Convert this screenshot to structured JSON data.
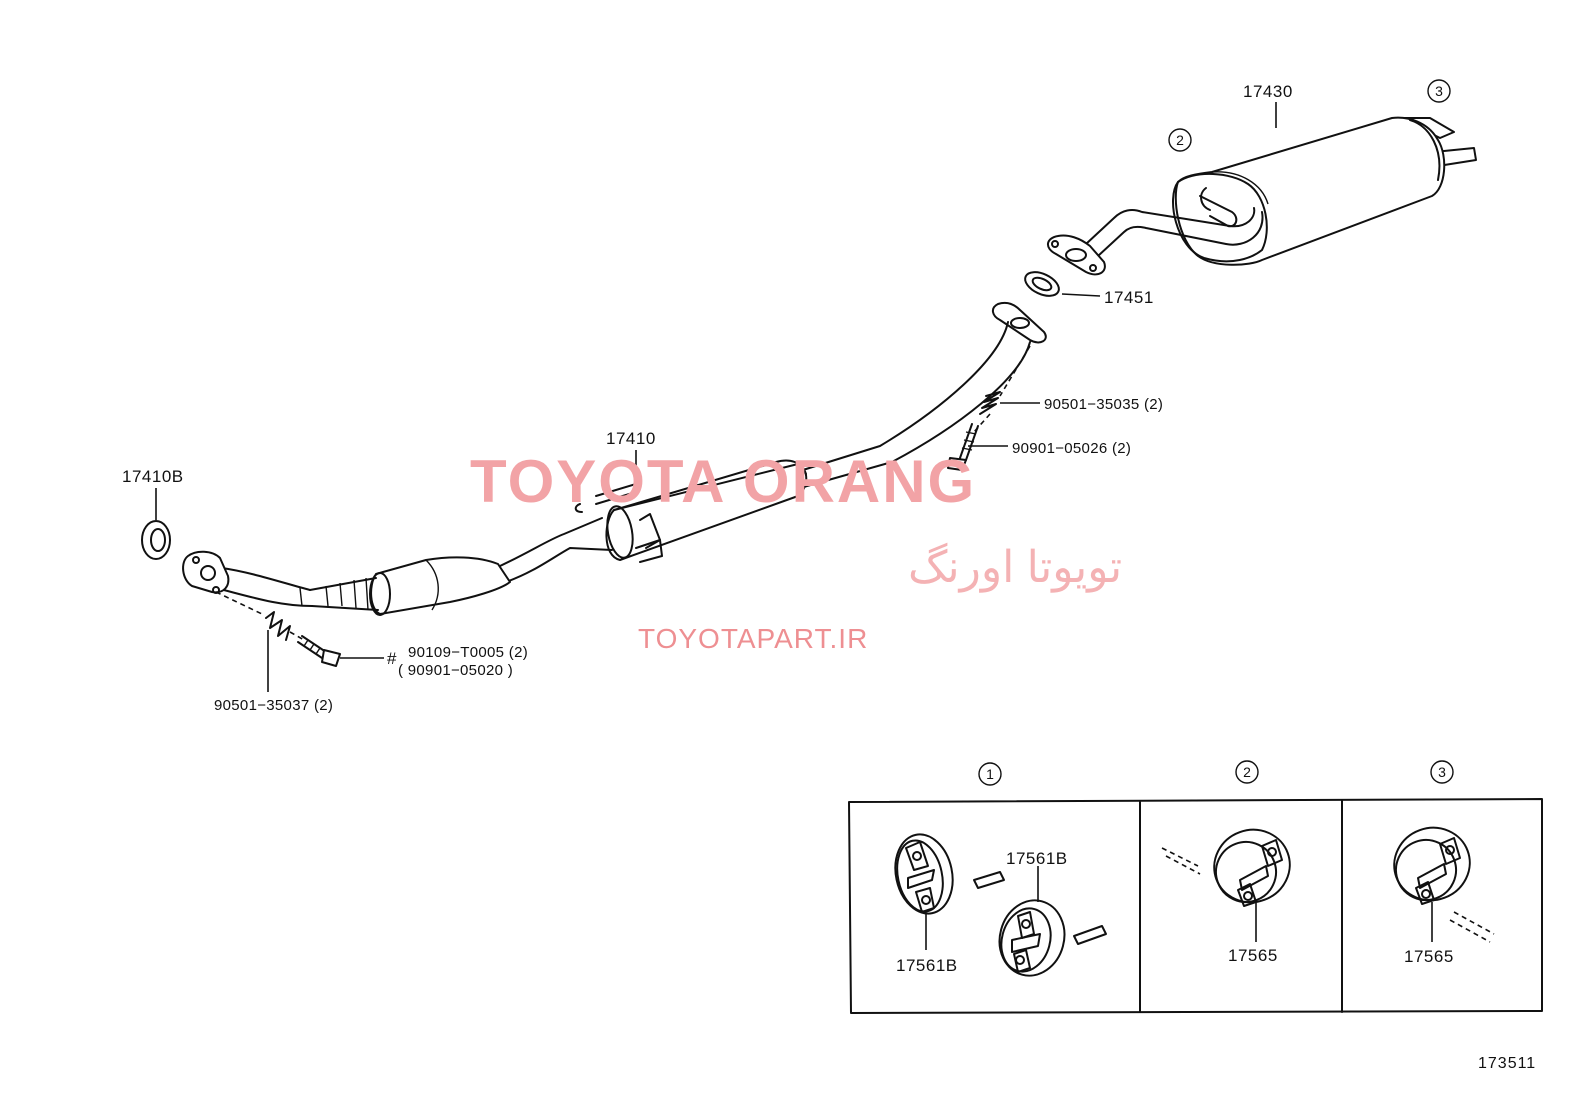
{
  "labels": {
    "p17430": "17430",
    "p17451": "17451",
    "p17410": "17410",
    "p17410B": "17410B",
    "p90501_35035": "90501−35035 (2)",
    "p90901_05026": "90901−05026 (2)",
    "p90109": "90109−T0005 (2)",
    "p90901_05020": "( 90901−05020 )",
    "p90501_35037": "90501−35037 (2)",
    "hash": "#",
    "p17561B_a": "17561B",
    "p17561B_b": "17561B",
    "p17565_a": "17565",
    "p17565_b": "17565",
    "illustration_no": "173511"
  },
  "callouts": {
    "c1": "1",
    "c2": "2",
    "c3": "3",
    "panel1": "1",
    "panel2": "2",
    "panel3": "3"
  },
  "watermark": {
    "brand": "TOYOTA ORANG",
    "persian": "تویوتا اورنگ",
    "url": "TOYOTAPART.IR",
    "color": "#f2a3a6"
  }
}
